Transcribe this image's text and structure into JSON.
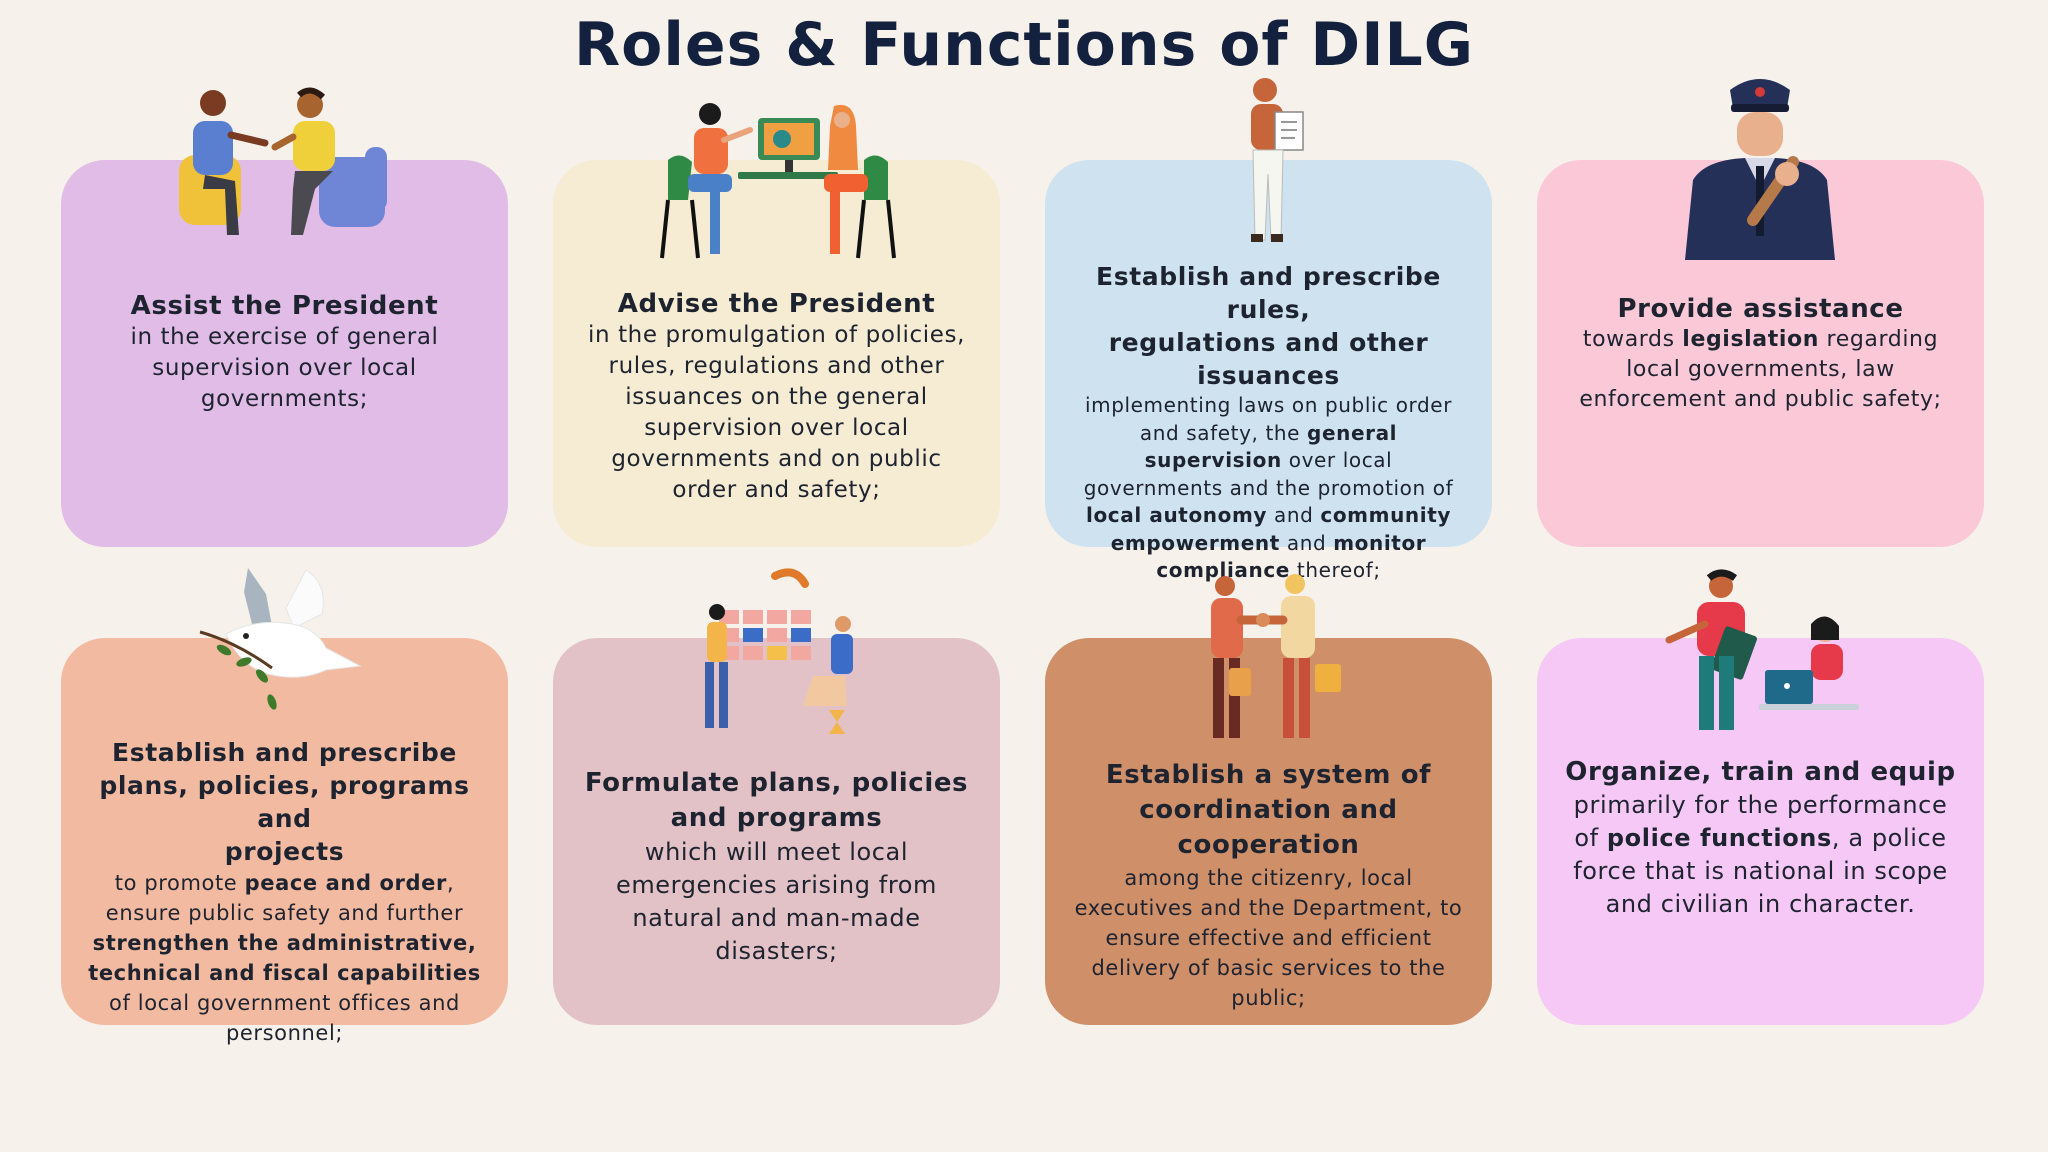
{
  "title": "Roles & Functions of DILG",
  "cards": [
    {
      "color": "#e0bce6",
      "heading_lines": [
        "Assist the President"
      ],
      "body": "in the exercise of general supervision over local governments;",
      "illustration": "two-people-talking-icon"
    },
    {
      "color": "#f5ecd3",
      "heading_lines": [
        "Advise the President"
      ],
      "body": "in the promulgation of policies, rules, regulations and other issuances on the general supervision over local governments and on public order and safety;",
      "illustration": "meeting-at-table-icon"
    },
    {
      "color": "#cfe2f0",
      "heading_lines": [
        "Establish and prescribe rules,",
        "regulations and other",
        "issuances"
      ],
      "body_parts": [
        {
          "t": "implementing laws on public order and safety, the ",
          "b": false
        },
        {
          "t": "general supervision",
          "b": true
        },
        {
          "t": " over local governments and the promotion of ",
          "b": false
        },
        {
          "t": "local autonomy",
          "b": true
        },
        {
          "t": " and ",
          "b": false
        },
        {
          "t": "community empowerment",
          "b": true
        },
        {
          "t": " and ",
          "b": false
        },
        {
          "t": "monitor compliance",
          "b": true
        },
        {
          "t": " thereof;",
          "b": false
        }
      ],
      "illustration": "person-with-document-icon"
    },
    {
      "color": "#fbc8d8",
      "heading_lines": [
        "Provide assistance"
      ],
      "body_parts": [
        {
          "t": "towards ",
          "b": false
        },
        {
          "t": "legislation",
          "b": true
        },
        {
          "t": " regarding local governments, law enforcement and public safety;",
          "b": false
        }
      ],
      "illustration": "police-officer-icon"
    },
    {
      "color": "#f2baa1",
      "heading_lines": [
        "Establish and prescribe",
        "plans, policies, programs and",
        "projects"
      ],
      "body_parts": [
        {
          "t": "to promote ",
          "b": false
        },
        {
          "t": "peace and order",
          "b": true
        },
        {
          "t": ", ensure public safety and further ",
          "b": false
        },
        {
          "t": "strengthen the administrative, technical and fiscal capabilities",
          "b": true
        },
        {
          "t": " of local government offices and personnel;",
          "b": false
        }
      ],
      "illustration": "dove-with-olive-branch-icon"
    },
    {
      "color": "#e2c2c6",
      "heading_lines": [
        "Formulate plans, policies",
        "and programs"
      ],
      "body": "which will meet local emergencies arising from natural and man-made disasters;",
      "illustration": "planning-calendar-icon"
    },
    {
      "color": "#cf8f69",
      "heading_lines": [
        "Establish a system of",
        "coordination and",
        "cooperation"
      ],
      "body": "among the citizenry, local executives and the Department, to ensure effective and efficient delivery of basic services to the public;",
      "illustration": "handshake-icon"
    },
    {
      "color": "#f6c8f6",
      "heading_lines": [
        "Organize, train and equip"
      ],
      "body_parts": [
        {
          "t": "primarily for the performance of ",
          "b": false
        },
        {
          "t": "police functions",
          "b": true
        },
        {
          "t": ", a police force that is national in scope and civilian in character.",
          "b": false
        }
      ],
      "illustration": "training-with-laptop-icon"
    }
  ]
}
